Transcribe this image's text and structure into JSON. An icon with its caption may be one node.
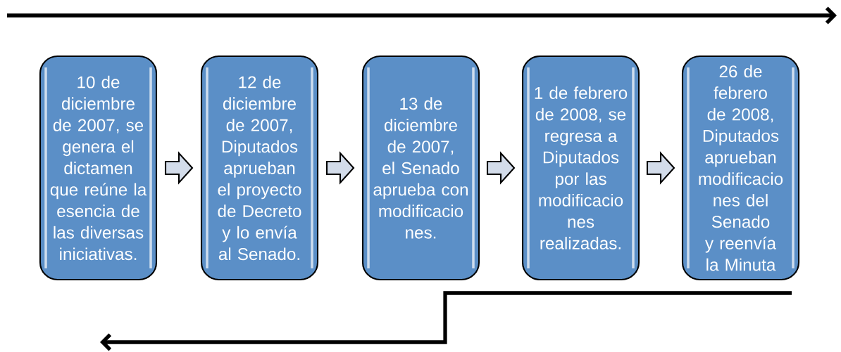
{
  "diagram": {
    "nodes": [
      {
        "text": [
          "10 de diciembre de 2007, se genera el dictamen que reúne la esencia de las diversas iniciativas."
        ]
      },
      {
        "text": [
          "12 de diciembre de 2007, Diputados aprueban el proyecto de Decreto y lo envía al Senado."
        ]
      },
      {
        "text": [
          "13 de diciembre de 2007, el Senado aprueba con modificacio nes."
        ]
      },
      {
        "text": [
          "1 de febrero de 2008, se regresa a Diputados por las modificacio nes realizadas."
        ]
      },
      {
        "text": [
          "26 de febrero de 2008, Diputados aprueban modificacio nes del Senado y reenvía la Minuta"
        ]
      }
    ],
    "edges": [
      {
        "from": 0,
        "to": 1,
        "arrow": "to"
      },
      {
        "from": 1,
        "to": 2,
        "arrow": "to"
      },
      {
        "from": 2,
        "to": 3,
        "arrow": "to"
      },
      {
        "from": 3,
        "to": 4,
        "arrow": "to"
      }
    ]
  }
}
